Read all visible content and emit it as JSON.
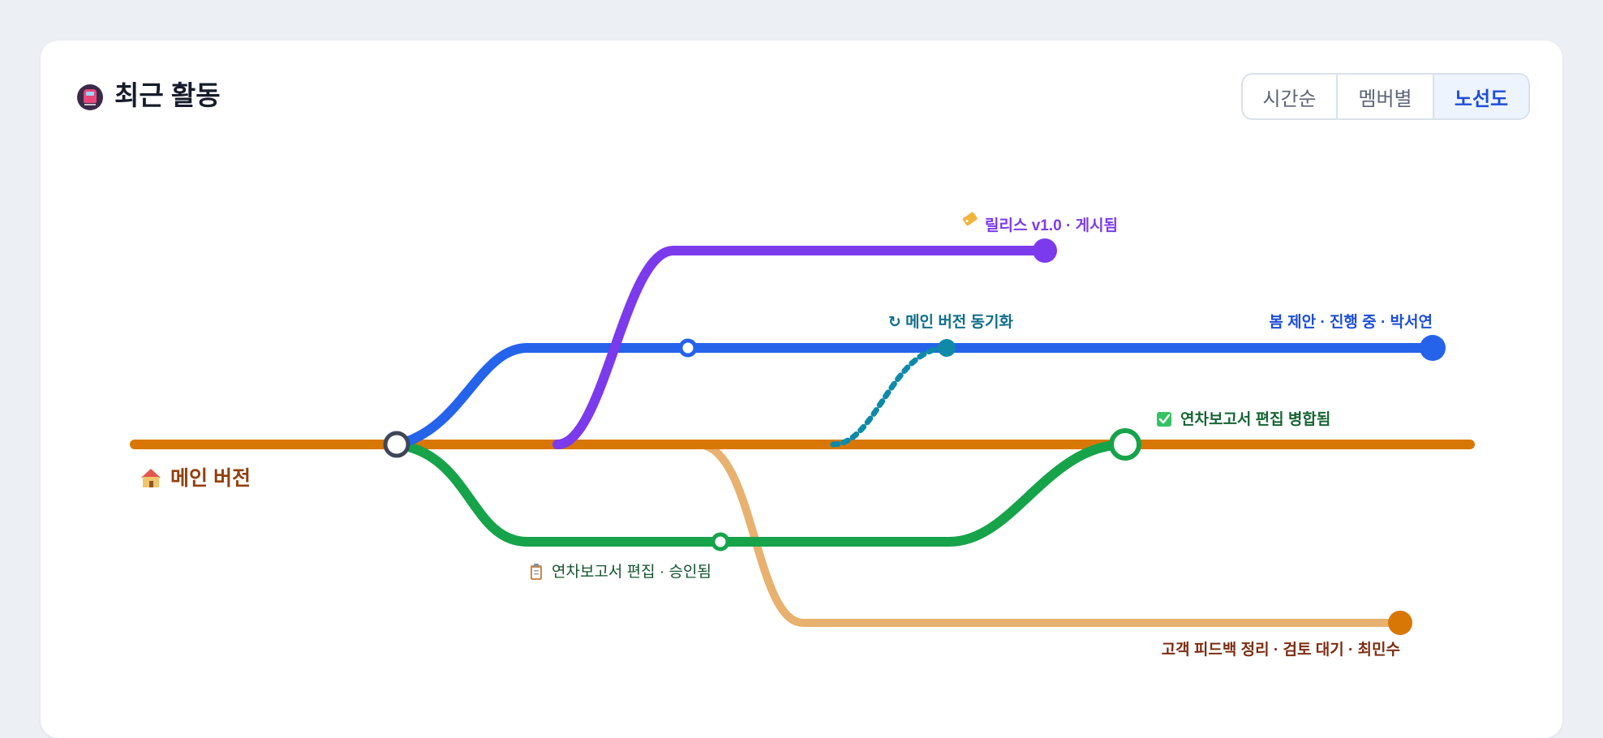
{
  "header": {
    "title": "최근 활동",
    "title_icon": "train-icon"
  },
  "view_toggle": {
    "options": [
      "시간순",
      "멤버별",
      "노선도"
    ],
    "selected": "노선도"
  },
  "colors": {
    "main": "#d97706",
    "main_branch_light": "#e8b16f",
    "blue": "#2563eb",
    "purple": "#7c3aed",
    "green": "#16a34a",
    "teal": "#0e8aa8",
    "junction_stroke": "#3f4757"
  },
  "metro": {
    "main_line": {
      "label": "메인 버전",
      "icon": "house-icon"
    },
    "release": {
      "label": "릴리스 v1.0 · 게시됨",
      "icon": "tag-icon"
    },
    "sync": {
      "label": "↻ 메인 버전 동기화"
    },
    "spring": {
      "label": "봄 제안 · 진행 중 · 박서연"
    },
    "merged": {
      "label": "연차보고서 편집 병합됨",
      "icon": "check-box-icon"
    },
    "annual": {
      "label": "연차보고서 편집 · 승인됨",
      "icon": "clipboard-icon"
    },
    "feedback": {
      "label": "고객 피드백 정리 · 검토 대기 · 최민수"
    }
  }
}
